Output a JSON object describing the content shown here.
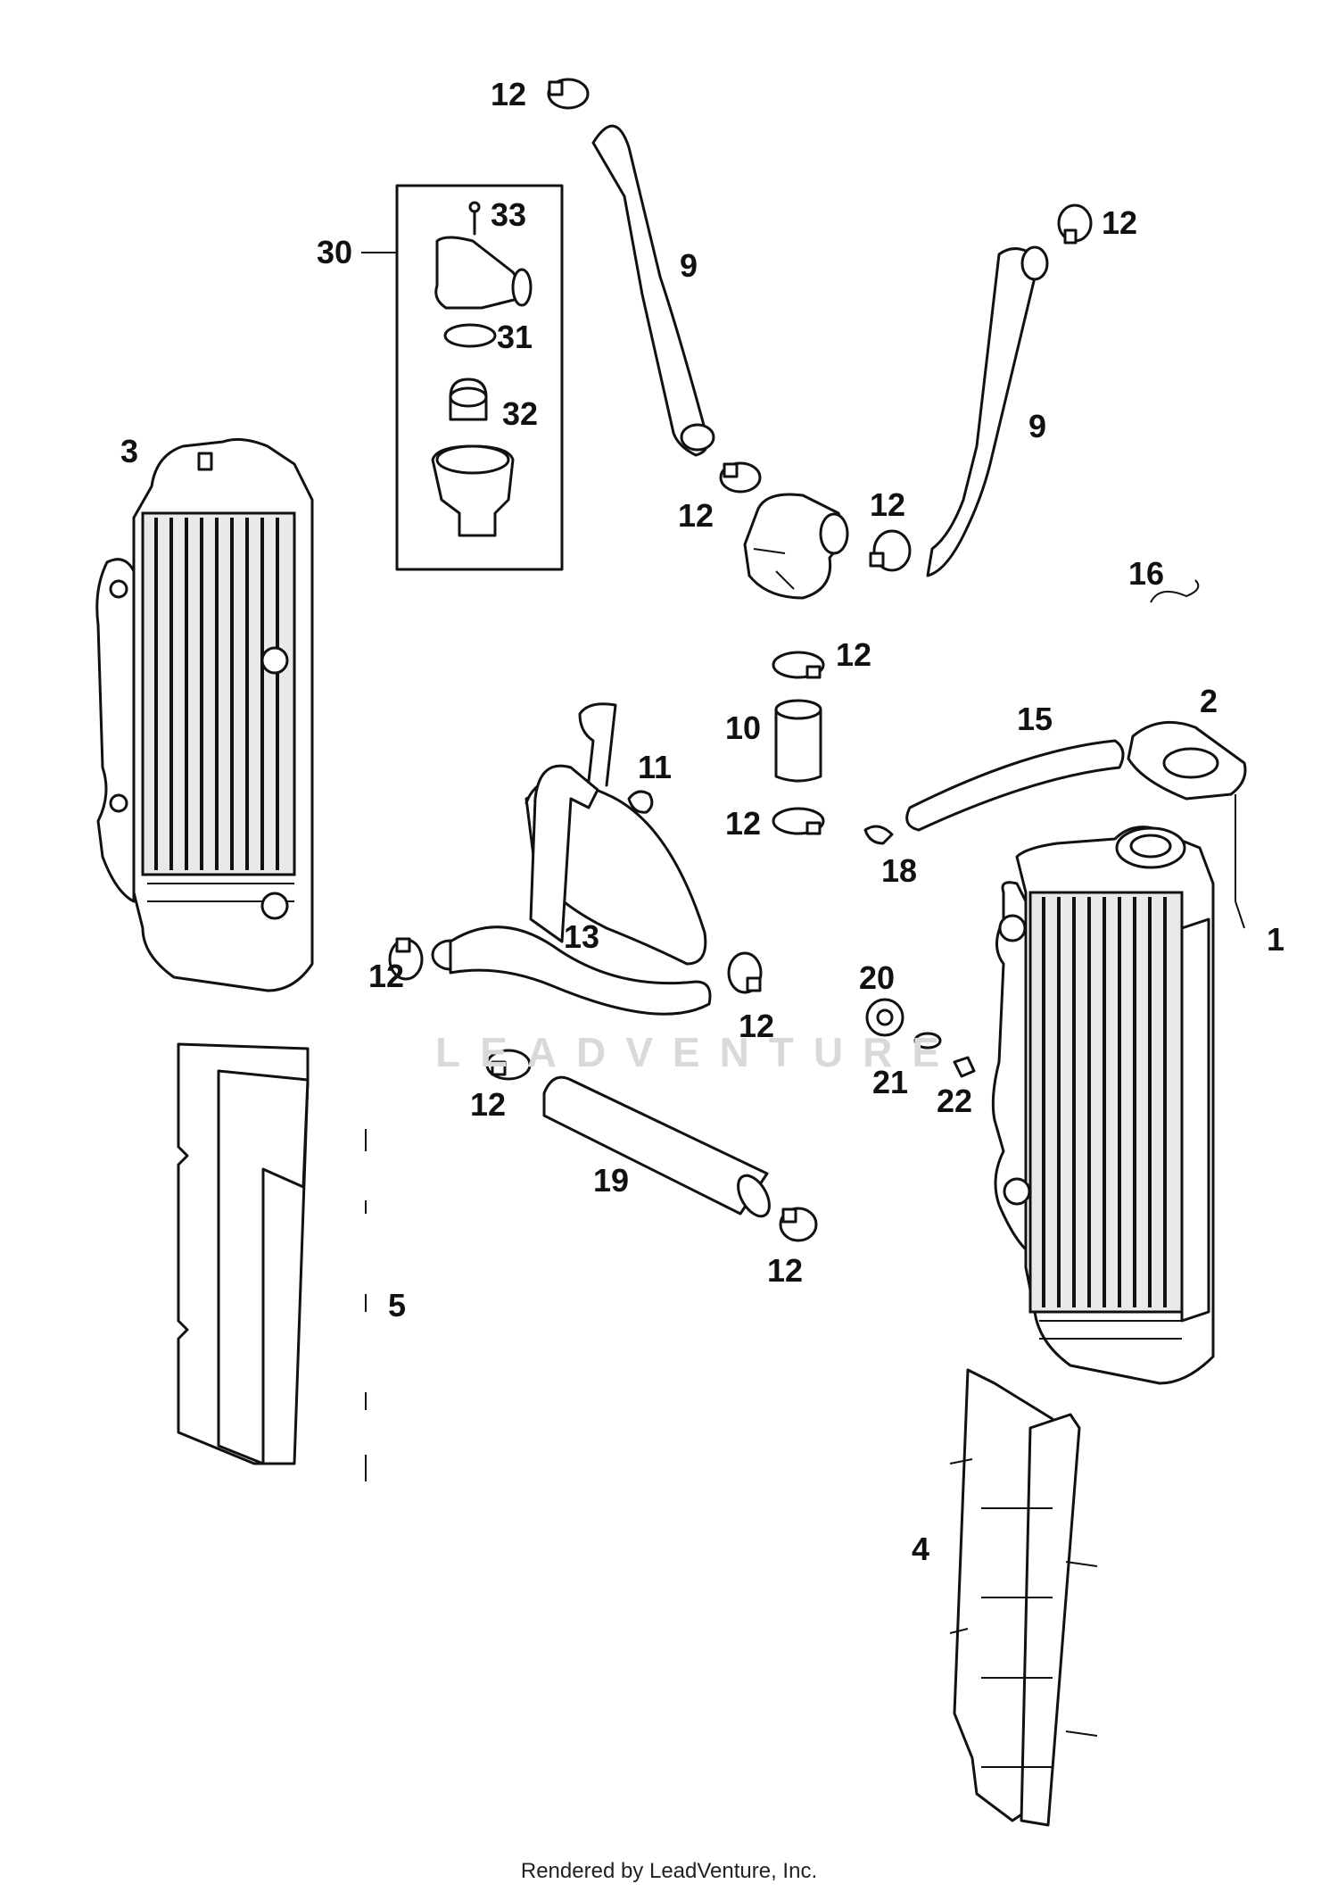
{
  "callouts": {
    "c1": "1",
    "c2": "2",
    "c3": "3",
    "c4": "4",
    "c5": "5",
    "c9a": "9",
    "c9b": "9",
    "c10": "10",
    "c11": "11",
    "c12a": "12",
    "c12b": "12",
    "c12c": "12",
    "c12d": "12",
    "c12e": "12",
    "c12f": "12",
    "c12g": "12",
    "c12h": "12",
    "c12i": "12",
    "c12j": "12",
    "c13": "13",
    "c15": "15",
    "c16": "16",
    "c18": "18",
    "c19": "19",
    "c20": "20",
    "c21": "21",
    "c22": "22",
    "c30": "30",
    "c31": "31",
    "c32": "32",
    "c33": "33"
  },
  "watermark": "LEADVENTURE",
  "footer": "Rendered by LeadVenture, Inc."
}
